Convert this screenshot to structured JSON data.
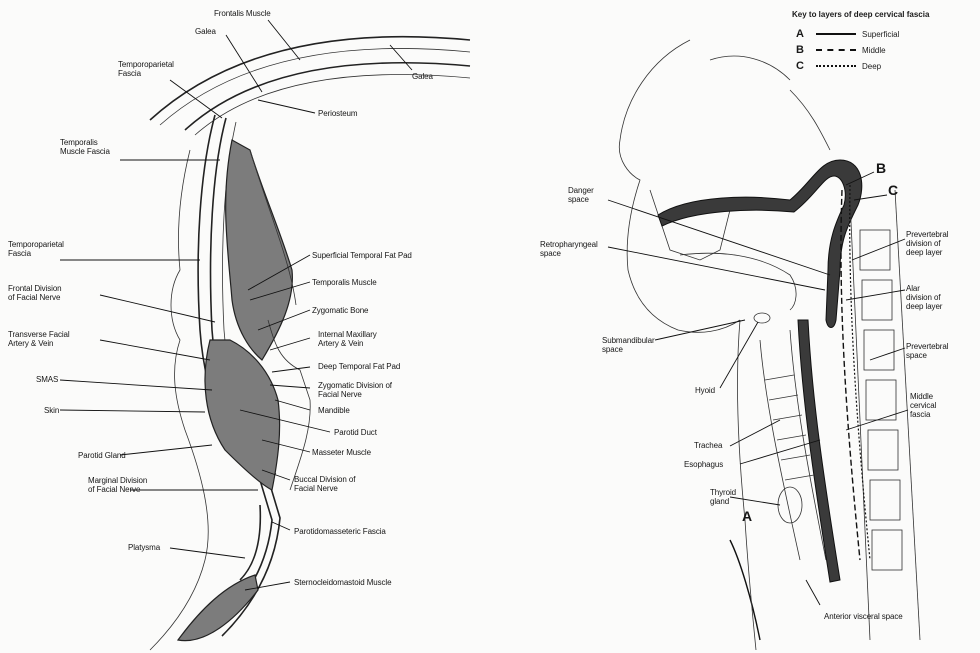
{
  "left_labels": {
    "frontalis_muscle": "Frontalis Muscle",
    "galea_top": "Galea",
    "galea_right": "Galea",
    "temporoparietal_fascia_top": "Temporoparietal\nFascia",
    "periosteum": "Periosteum",
    "temporalis_muscle_fascia": "Temporalis\nMuscle Fascia",
    "temporoparietal_fascia_mid": "Temporoparietal\nFascia",
    "superficial_temporal_fat_pad": "Superficial Temporal Fat Pad",
    "temporalis_muscle": "Temporalis Muscle",
    "frontal_division": "Frontal Division\nof Facial Nerve",
    "zygomatic_bone": "Zygomatic Bone",
    "transverse_facial": "Transverse Facial\nArtery & Vein",
    "internal_maxillary": "Internal Maxillary\nArtery & Vein",
    "deep_temporal_fat_pad": "Deep Temporal Fat Pad",
    "smas": "SMAS",
    "zygomatic_division": "Zygomatic Division of\nFacial Nerve",
    "mandible": "Mandible",
    "skin": "Skin",
    "parotid_duct": "Parotid Duct",
    "parotid_gland": "Parotid Gland",
    "masseter_muscle": "Masseter Muscle",
    "marginal_division": "Marginal Division\nof Facial Nerve",
    "buccal_division": "Buccal Division of\nFacial Nerve",
    "parotidomasseteric_fascia": "Parotidomasseteric Fascia",
    "platysma": "Platysma",
    "sternocleidomastoid": "Sternocleidomastoid Muscle"
  },
  "right_labels": {
    "danger_space": "Danger\nspace",
    "retropharyngeal_space": "Retropharyngeal\nspace",
    "submandibular_space": "Submandibular\nspace",
    "hyoid": "Hyoid",
    "trachea": "Trachea",
    "esophagus": "Esophagus",
    "thyroid_gland": "Thyroid\ngland",
    "letter_a": "A",
    "letter_b": "B",
    "letter_c": "C",
    "prevertebral_division": "Prevertebral\ndivision of\ndeep layer",
    "alar_division": "Alar\ndivision of\ndeep layer",
    "prevertebral_space": "Prevertebral\nspace",
    "middle_cervical_fascia": "Middle\ncervical\nfascia",
    "anterior_visceral_space": "Anterior visceral space"
  },
  "key": {
    "title": "Key to layers of deep cervical fascia",
    "rows": [
      {
        "letter": "A",
        "label": "Superficial",
        "style": "solid"
      },
      {
        "letter": "B",
        "label": "Middle",
        "style": "dashed"
      },
      {
        "letter": "C",
        "label": "Deep",
        "style": "dotted"
      }
    ]
  }
}
